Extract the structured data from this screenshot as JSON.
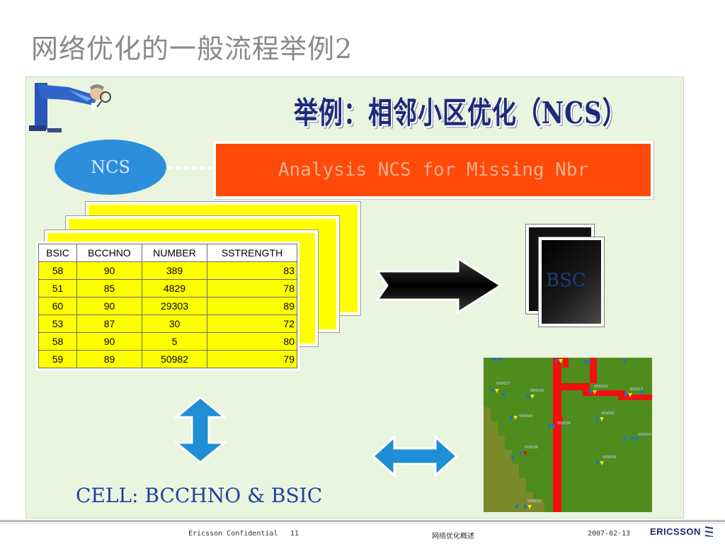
{
  "slide": {
    "title": "网络优化的一般流程举例2",
    "heading": "举例：相邻小区优化（NCS）"
  },
  "diagram": {
    "ncs_label": "NCS",
    "analysis_label": "Analysis NCS for  Missing Nbr",
    "bsc_label": "BSC",
    "cell_label": "CELL: BCCHNO & BSIC"
  },
  "ncs_table": {
    "headers": [
      "BSIC",
      "BCCHNO",
      "NUMBER",
      "SSTRENGTH"
    ],
    "rows": [
      [
        "58",
        "90",
        "389",
        "83"
      ],
      [
        "51",
        "85",
        "4829",
        "78"
      ],
      [
        "60",
        "90",
        "29303",
        "89"
      ],
      [
        "53",
        "87",
        "30",
        "72"
      ],
      [
        "58",
        "90",
        "5",
        "80"
      ],
      [
        "59",
        "89",
        "50982",
        "79"
      ]
    ]
  },
  "map": {
    "cells": [
      {
        "id": "009027",
        "color": "#1f6fd6"
      },
      {
        "id": "009028",
        "color": "#1f6fd6"
      },
      {
        "id": "009029",
        "color": "#1f6fd6"
      },
      {
        "id": "009017",
        "color": "#1f6fd6"
      },
      {
        "id": "009009",
        "color": "#1f6fd6"
      },
      {
        "id": "009026",
        "color": "#1f6fd6"
      },
      {
        "id": "009002",
        "color": "#1f6fd6"
      },
      {
        "id": "009003",
        "color": "#1f6fd6"
      },
      {
        "id": "009036",
        "color": "#e01010"
      },
      {
        "id": "009008",
        "color": "#1f6fd6"
      },
      {
        "id": "009019",
        "color": "#1f6fd6"
      }
    ]
  },
  "footer": {
    "confidential": "Ericsson Confidential",
    "page": "11",
    "topic": "网络优化概述",
    "date": "2007-02-13",
    "logo_text": "ERICSSON"
  },
  "colors": {
    "accent_orange": "#ff4a0a",
    "ncs_blue": "#2d8fdc",
    "sheet_yellow": "#ffff00",
    "panel_green": "#eaf5e0",
    "arrow_blue": "#1e8fd6"
  }
}
